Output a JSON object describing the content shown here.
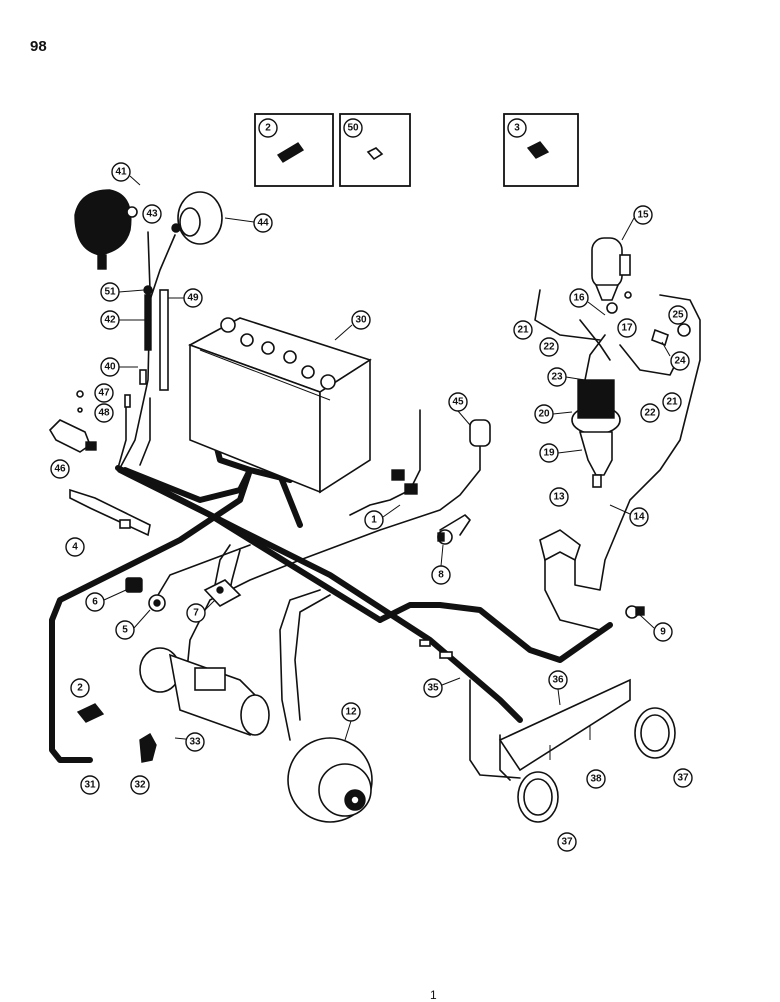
{
  "page": {
    "number": "98",
    "footer_mark": "1"
  },
  "insets": [
    {
      "id": "inset-2",
      "label": "2"
    },
    {
      "id": "inset-50",
      "label": "50"
    },
    {
      "id": "inset-3",
      "label": "3"
    }
  ],
  "callouts": {
    "c41": "41",
    "c43": "43",
    "c44": "44",
    "c51": "51",
    "c49": "49",
    "c42": "42",
    "c40": "40",
    "c47": "47",
    "c48": "48",
    "c46": "46",
    "c4": "4",
    "c30": "30",
    "c45": "45",
    "c1": "1",
    "c8": "8",
    "c6": "6",
    "c5": "5",
    "c7": "7",
    "c2": "2",
    "c31": "31",
    "c32": "32",
    "c33": "33",
    "c12": "12",
    "c35": "35",
    "c36": "36",
    "c37a": "37",
    "c37b": "37",
    "c38": "38",
    "c9": "9",
    "c13": "13",
    "c14": "14",
    "c15": "15",
    "c16": "16",
    "c17": "17",
    "c21a": "21",
    "c21b": "21",
    "c22a": "22",
    "c22b": "22",
    "c23": "23",
    "c24": "24",
    "c25": "25",
    "c20": "20",
    "c19": "19"
  }
}
